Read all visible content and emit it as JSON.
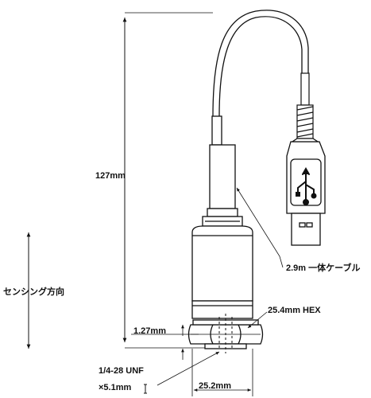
{
  "labels": {
    "total_length": "127mm",
    "cable": "2.9m 一体ケーブル",
    "sensing_direction": "センシング方向",
    "hex_size": "25.4mm HEX",
    "base_height": "1.27mm",
    "thread": "1/4-28 UNF",
    "thread_depth": "×5.1mm",
    "width": "25.2mm"
  },
  "icons": {
    "connector_logo": "usb-icon",
    "depth_marker": "depth-marker-icon"
  },
  "colors": {
    "line": "#111111",
    "background": "#ffffff"
  }
}
